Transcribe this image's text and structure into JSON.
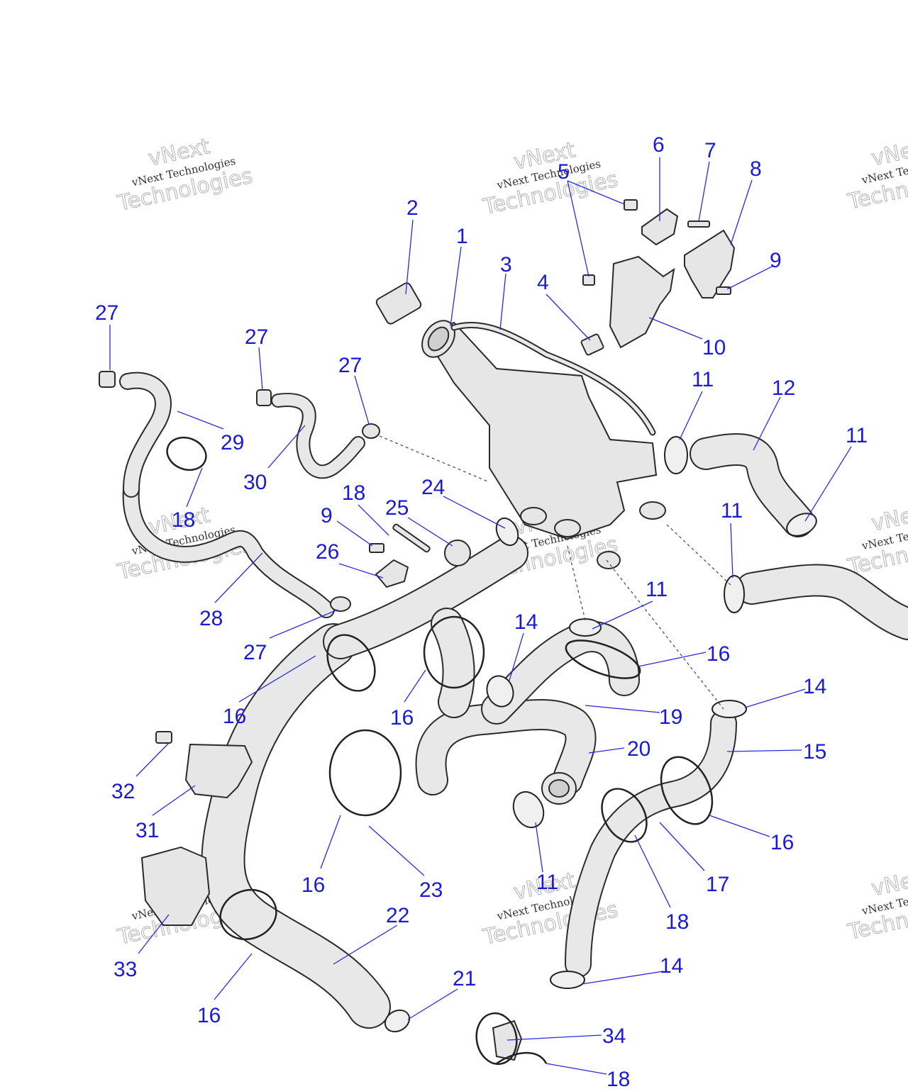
{
  "watermark": {
    "line1": "vNext",
    "line2": "vNext Technologies",
    "line3": "Technologies"
  },
  "callouts": [
    "1",
    "2",
    "3",
    "4",
    "5",
    "6",
    "7",
    "8",
    "9",
    "10",
    "11",
    "12",
    "14",
    "15",
    "16",
    "17",
    "18",
    "19",
    "20",
    "21",
    "22",
    "23",
    "24",
    "25",
    "26",
    "27",
    "28",
    "29",
    "30",
    "31",
    "32",
    "33",
    "34"
  ]
}
